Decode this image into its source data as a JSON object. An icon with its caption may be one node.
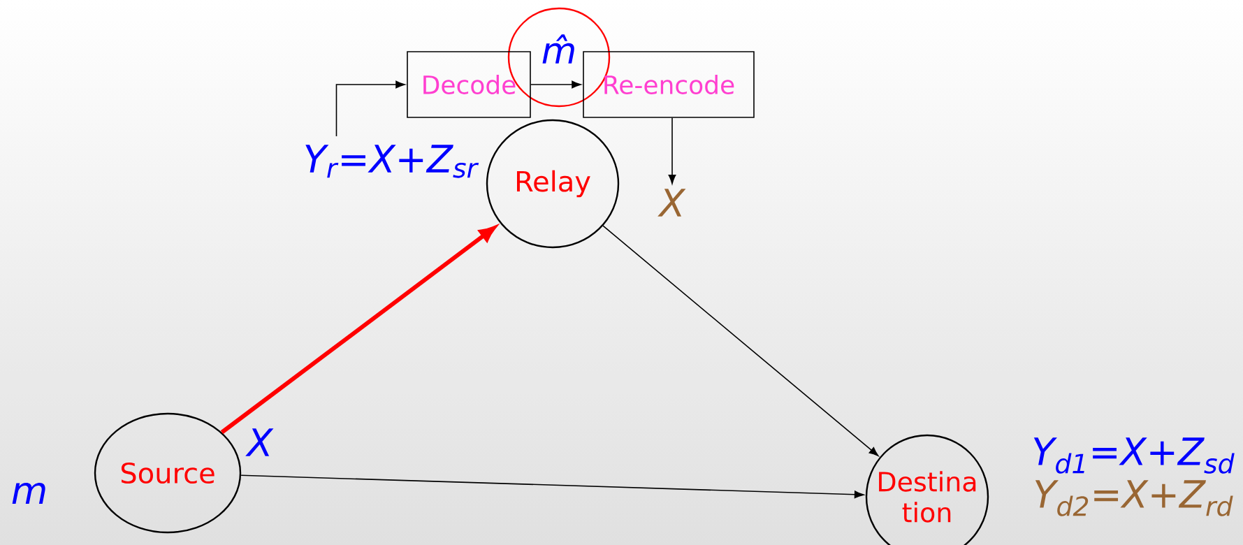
{
  "diagram": {
    "nodes": [
      {
        "text": [
          "Source"
        ],
        "beside": [
          "m"
        ]
      },
      {
        "text": [
          "Relay"
        ]
      },
      {
        "text": [
          "Destina tion"
        ],
        "beside": [
          "Y$_{d1}$=X+Z$_{sd}$",
          "Y$_{d2}$=X+Z$_{rd}$"
        ]
      },
      {
        "text": [
          "Decode"
        ]
      },
      {
        "text": [
          "Re-encode"
        ]
      },
      {
        "text": [
          "Y$_{r}$=X+Z$_{sr}$"
        ]
      },
      {
        "text": [
          "X"
        ]
      },
      {
        "text": [
          "m̂"
        ]
      }
    ],
    "edges": [
      {
        "from": 0,
        "to": 1,
        "arrow": "to",
        "style": "thick",
        "color": "#ff0000"
      },
      {
        "from": 1,
        "to": 2,
        "arrow": "to"
      },
      {
        "from": 0,
        "to": 2,
        "arrow": "to"
      },
      {
        "from": 5,
        "to": 3,
        "arrow": "to"
      },
      {
        "from": 3,
        "to": 4,
        "arrow": "to"
      },
      {
        "from": 4,
        "to": 6,
        "arrow": "to"
      }
    ],
    "labels": [
      "X"
    ]
  }
}
